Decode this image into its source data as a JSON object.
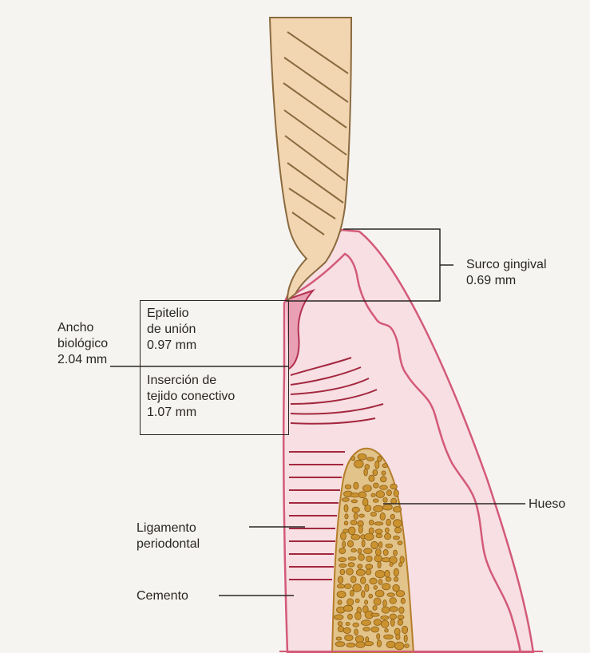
{
  "labels": {
    "surco": {
      "line1": "Surco gingival",
      "line2": "0.69 mm"
    },
    "epitelio": {
      "line1": "Epitelio",
      "line2": "de unión",
      "line3": "0.97 mm"
    },
    "ancho": {
      "line1": "Ancho",
      "line2": "biológico",
      "line3": "2.04 mm"
    },
    "insercion": {
      "line1": "Inserción de",
      "line2": "tejido conectivo",
      "line3": "1.07 mm"
    },
    "hueso": "Hueso",
    "ligamento": {
      "line1": "Ligamento",
      "line2": "periodontal"
    },
    "cemento": "Cemento"
  },
  "colors": {
    "background": "#f6f4f1",
    "enamel": "#f2d6b2",
    "enamel_stroke": "#8a6a3e",
    "gingiva": "#f7dfe3",
    "gingiva_edge": "#d35a78",
    "fibers": "#a3283e",
    "bone": "#e2c38a",
    "trabecula": "#c9922f",
    "line": "#2a2622"
  }
}
